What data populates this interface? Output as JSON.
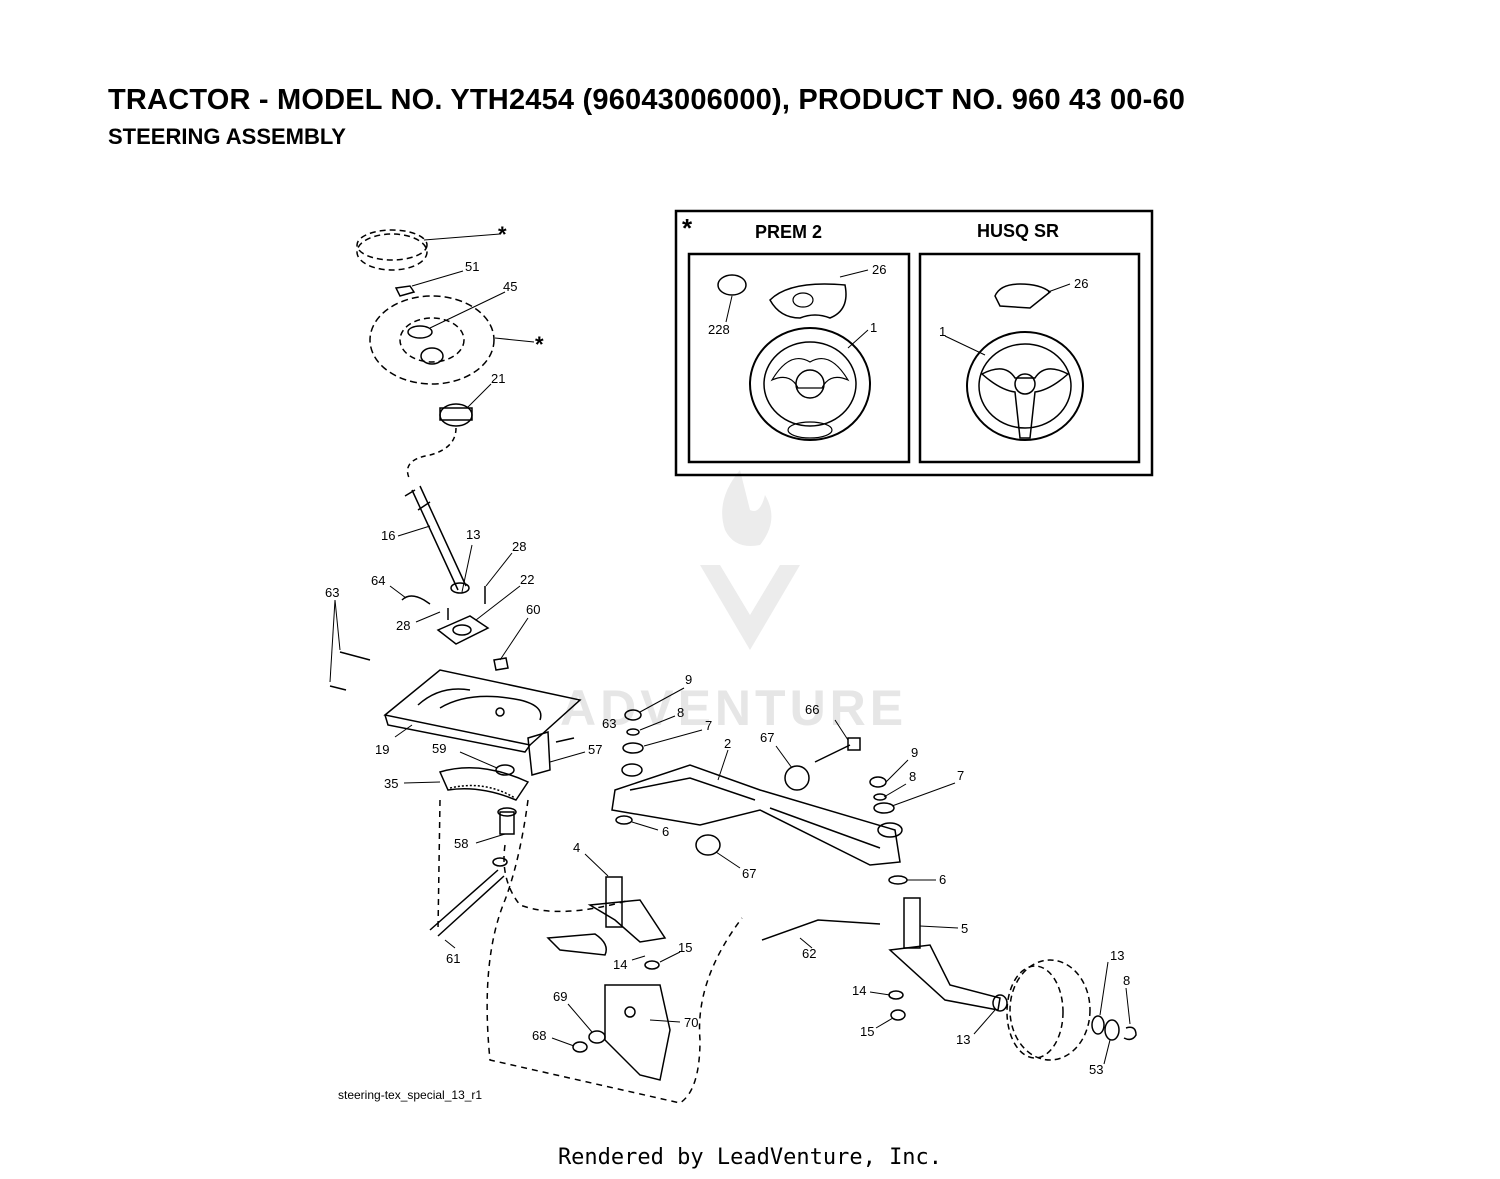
{
  "header": {
    "title": "TRACTOR - MODEL NO. YTH2454 (96043006000), PRODUCT NO. 960 43 00-60",
    "subtitle": "STEERING ASSEMBLY"
  },
  "inset": {
    "marker": "*",
    "left_title": "PREM 2",
    "right_title": "HUSQ SR",
    "left_callouts": [
      "26",
      "228",
      "1"
    ],
    "right_callouts": [
      "26",
      "1"
    ]
  },
  "callouts": [
    "*",
    "51",
    "45",
    "*",
    "21",
    "16",
    "13",
    "28",
    "22",
    "64",
    "28",
    "63",
    "60",
    "9",
    "8",
    "7",
    "66",
    "63",
    "57",
    "19",
    "59",
    "35",
    "2",
    "67",
    "9",
    "8",
    "7",
    "58",
    "6",
    "67",
    "4",
    "6",
    "5",
    "61",
    "62",
    "15",
    "14",
    "13",
    "8",
    "14",
    "69",
    "70",
    "15",
    "13",
    "68",
    "53"
  ],
  "watermark": "ADVENTURE",
  "figure_id": "steering-tex_special_13_r1",
  "footer": "Rendered by LeadVenture, Inc."
}
